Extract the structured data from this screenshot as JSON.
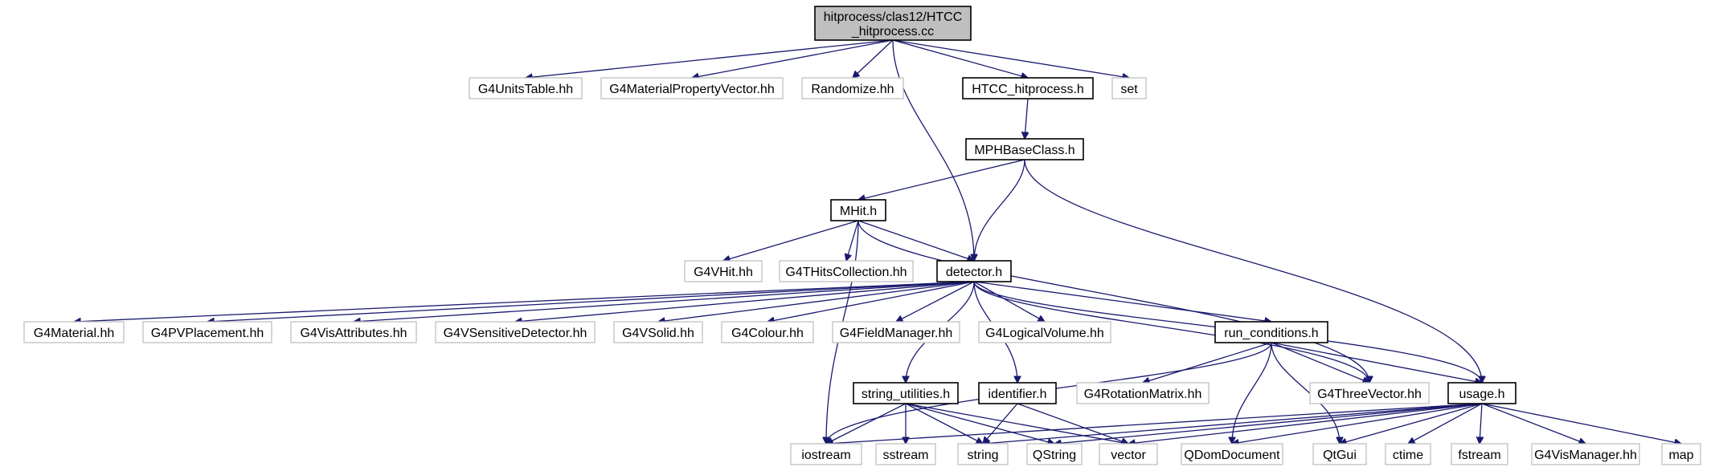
{
  "nodes": [
    {
      "id": "root",
      "label": "hitprocess/clas12/HTCC\n_hitprocess.cc",
      "kind": "root"
    },
    {
      "id": "g4unitstable",
      "label": "G4UnitsTable.hh",
      "kind": "ext"
    },
    {
      "id": "g4matpropvec",
      "label": "G4MaterialPropertyVector.hh",
      "kind": "ext"
    },
    {
      "id": "randomize",
      "label": "Randomize.hh",
      "kind": "ext"
    },
    {
      "id": "htcc_h",
      "label": "HTCC_hitprocess.h",
      "kind": "doc"
    },
    {
      "id": "set",
      "label": "set",
      "kind": "ext"
    },
    {
      "id": "mphbase",
      "label": "MPHBaseClass.h",
      "kind": "doc"
    },
    {
      "id": "mhit",
      "label": "MHit.h",
      "kind": "doc"
    },
    {
      "id": "g4vhit",
      "label": "G4VHit.hh",
      "kind": "ext"
    },
    {
      "id": "g4thits",
      "label": "G4THitsCollection.hh",
      "kind": "ext"
    },
    {
      "id": "detector",
      "label": "detector.h",
      "kind": "doc"
    },
    {
      "id": "g4material",
      "label": "G4Material.hh",
      "kind": "ext"
    },
    {
      "id": "g4pvplacement",
      "label": "G4PVPlacement.hh",
      "kind": "ext"
    },
    {
      "id": "g4visattr",
      "label": "G4VisAttributes.hh",
      "kind": "ext"
    },
    {
      "id": "g4vsensdet",
      "label": "G4VSensitiveDetector.hh",
      "kind": "ext"
    },
    {
      "id": "g4vsolid",
      "label": "G4VSolid.hh",
      "kind": "ext"
    },
    {
      "id": "g4colour",
      "label": "G4Colour.hh",
      "kind": "ext"
    },
    {
      "id": "g4fieldmgr",
      "label": "G4FieldManager.hh",
      "kind": "ext"
    },
    {
      "id": "g4logvol",
      "label": "G4LogicalVolume.hh",
      "kind": "ext"
    },
    {
      "id": "runcond",
      "label": "run_conditions.h",
      "kind": "doc"
    },
    {
      "id": "strutil",
      "label": "string_utilities.h",
      "kind": "doc"
    },
    {
      "id": "identifier",
      "label": "identifier.h",
      "kind": "doc"
    },
    {
      "id": "g4rotmat",
      "label": "G4RotationMatrix.hh",
      "kind": "ext"
    },
    {
      "id": "g4threevec",
      "label": "G4ThreeVector.hh",
      "kind": "ext"
    },
    {
      "id": "usage",
      "label": "usage.h",
      "kind": "doc"
    },
    {
      "id": "iostream",
      "label": "iostream",
      "kind": "ext"
    },
    {
      "id": "sstream",
      "label": "sstream",
      "kind": "ext"
    },
    {
      "id": "string",
      "label": "string",
      "kind": "ext"
    },
    {
      "id": "qstring",
      "label": "QString",
      "kind": "ext"
    },
    {
      "id": "vector",
      "label": "vector",
      "kind": "ext"
    },
    {
      "id": "qdomdoc",
      "label": "QDomDocument",
      "kind": "ext"
    },
    {
      "id": "qtgui",
      "label": "QtGui",
      "kind": "ext"
    },
    {
      "id": "ctime",
      "label": "ctime",
      "kind": "ext"
    },
    {
      "id": "fstream",
      "label": "fstream",
      "kind": "ext"
    },
    {
      "id": "g4vismgr",
      "label": "G4VisManager.hh",
      "kind": "ext"
    },
    {
      "id": "map",
      "label": "map",
      "kind": "ext"
    }
  ],
  "edges": [
    [
      "root",
      "g4unitstable"
    ],
    [
      "root",
      "g4matpropvec"
    ],
    [
      "root",
      "randomize"
    ],
    [
      "root",
      "htcc_h"
    ],
    [
      "root",
      "set"
    ],
    [
      "root",
      "detector"
    ],
    [
      "htcc_h",
      "mphbase"
    ],
    [
      "mphbase",
      "mhit"
    ],
    [
      "mphbase",
      "detector"
    ],
    [
      "mphbase",
      "usage"
    ],
    [
      "mhit",
      "g4vhit"
    ],
    [
      "mhit",
      "g4thits"
    ],
    [
      "mhit",
      "detector"
    ],
    [
      "mhit",
      "iostream"
    ],
    [
      "mhit",
      "g4threevec"
    ],
    [
      "detector",
      "g4material"
    ],
    [
      "detector",
      "g4pvplacement"
    ],
    [
      "detector",
      "g4visattr"
    ],
    [
      "detector",
      "g4vsensdet"
    ],
    [
      "detector",
      "g4vsolid"
    ],
    [
      "detector",
      "g4colour"
    ],
    [
      "detector",
      "g4fieldmgr"
    ],
    [
      "detector",
      "g4logvol"
    ],
    [
      "detector",
      "runcond"
    ],
    [
      "detector",
      "strutil"
    ],
    [
      "detector",
      "identifier"
    ],
    [
      "detector",
      "g4threevec"
    ],
    [
      "detector",
      "usage"
    ],
    [
      "runcond",
      "iostream"
    ],
    [
      "runcond",
      "g4rotmat"
    ],
    [
      "runcond",
      "g4threevec"
    ],
    [
      "runcond",
      "usage"
    ],
    [
      "runcond",
      "qdomdoc"
    ],
    [
      "runcond",
      "qtgui"
    ],
    [
      "strutil",
      "iostream"
    ],
    [
      "strutil",
      "sstream"
    ],
    [
      "strutil",
      "string"
    ],
    [
      "strutil",
      "qstring"
    ],
    [
      "strutil",
      "vector"
    ],
    [
      "identifier",
      "string"
    ],
    [
      "identifier",
      "vector"
    ],
    [
      "usage",
      "iostream"
    ],
    [
      "usage",
      "string"
    ],
    [
      "usage",
      "qstring"
    ],
    [
      "usage",
      "vector"
    ],
    [
      "usage",
      "qdomdoc"
    ],
    [
      "usage",
      "qtgui"
    ],
    [
      "usage",
      "ctime"
    ],
    [
      "usage",
      "fstream"
    ],
    [
      "usage",
      "g4vismgr"
    ],
    [
      "usage",
      "map"
    ]
  ],
  "colors": {
    "edge": "#191970",
    "root_fill": "#bfbfbf",
    "doc_border": "#000000",
    "ext_border": "#bfbfbf"
  }
}
